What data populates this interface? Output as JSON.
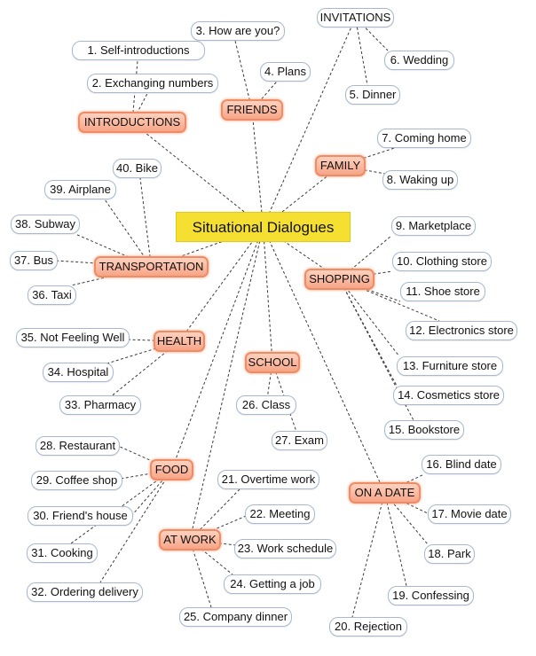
{
  "title": "Situational Dialogues",
  "topics": [
    {
      "id": "introductions",
      "label": "INTRODUCTIONS",
      "children": [
        {
          "id": "l1",
          "label": "1. Self-introductions"
        },
        {
          "id": "l2",
          "label": "2. Exchanging numbers"
        }
      ]
    },
    {
      "id": "friends",
      "label": "FRIENDS",
      "children": [
        {
          "id": "l3",
          "label": "3. How are you?"
        },
        {
          "id": "l4",
          "label": "4. Plans"
        }
      ]
    },
    {
      "id": "invitations",
      "label": "INVITATIONS",
      "plain": true,
      "children": [
        {
          "id": "l5",
          "label": "5. Dinner"
        },
        {
          "id": "l6",
          "label": "6. Wedding"
        }
      ]
    },
    {
      "id": "family",
      "label": "FAMILY",
      "children": [
        {
          "id": "l7",
          "label": "7. Coming home"
        },
        {
          "id": "l8",
          "label": "8. Waking up"
        }
      ]
    },
    {
      "id": "shopping",
      "label": "SHOPPING",
      "children": [
        {
          "id": "l9",
          "label": "9. Marketplace"
        },
        {
          "id": "l10",
          "label": "10. Clothing store"
        },
        {
          "id": "l11",
          "label": "11. Shoe store"
        },
        {
          "id": "l12",
          "label": "12. Electronics store"
        },
        {
          "id": "l13",
          "label": "13. Furniture store"
        },
        {
          "id": "l14",
          "label": "14. Cosmetics store"
        },
        {
          "id": "l15",
          "label": "15. Bookstore"
        }
      ]
    },
    {
      "id": "ondate",
      "label": "ON A DATE",
      "children": [
        {
          "id": "l16",
          "label": "16. Blind date"
        },
        {
          "id": "l17",
          "label": "17. Movie date"
        },
        {
          "id": "l18",
          "label": "18. Park"
        },
        {
          "id": "l19",
          "label": "19. Confessing"
        },
        {
          "id": "l20",
          "label": "20. Rejection"
        }
      ]
    },
    {
      "id": "atwork",
      "label": "AT WORK",
      "children": [
        {
          "id": "l21",
          "label": "21. Overtime work"
        },
        {
          "id": "l22",
          "label": "22. Meeting"
        },
        {
          "id": "l23",
          "label": "23. Work schedule"
        },
        {
          "id": "l24",
          "label": "24. Getting a job"
        },
        {
          "id": "l25",
          "label": "25. Company dinner"
        }
      ]
    },
    {
      "id": "school",
      "label": "SCHOOL",
      "children": [
        {
          "id": "l26",
          "label": "26. Class"
        },
        {
          "id": "l27",
          "label": "27. Exam"
        }
      ]
    },
    {
      "id": "food",
      "label": "FOOD",
      "children": [
        {
          "id": "l28",
          "label": "28. Restaurant"
        },
        {
          "id": "l29",
          "label": "29. Coffee shop"
        },
        {
          "id": "l30",
          "label": "30. Friend's house"
        },
        {
          "id": "l31",
          "label": "31. Cooking"
        },
        {
          "id": "l32",
          "label": "32. Ordering delivery"
        }
      ]
    },
    {
      "id": "health",
      "label": "HEALTH",
      "children": [
        {
          "id": "l33",
          "label": "33. Pharmacy"
        },
        {
          "id": "l34",
          "label": "34. Hospital"
        },
        {
          "id": "l35",
          "label": "35. Not Feeling Well"
        }
      ]
    },
    {
      "id": "transportation",
      "label": "TRANSPORTATION",
      "children": [
        {
          "id": "l36",
          "label": "36. Taxi"
        },
        {
          "id": "l37",
          "label": "37. Bus"
        },
        {
          "id": "l38",
          "label": "38. Subway"
        },
        {
          "id": "l39",
          "label": "39. Airplane"
        },
        {
          "id": "l40",
          "label": "40. Bike"
        }
      ]
    }
  ]
}
